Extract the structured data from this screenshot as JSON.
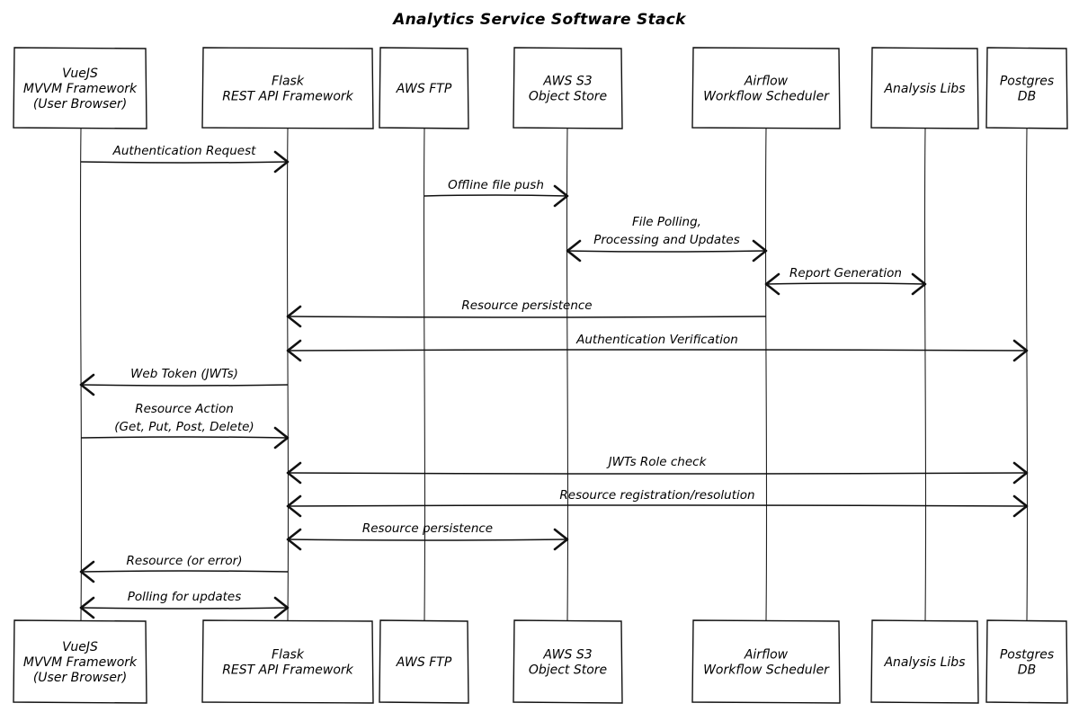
{
  "title": "Analytics Service Software Stack",
  "participants": [
    {
      "id": "vue",
      "lines": [
        "VueJS",
        "MVVM Framework",
        "(User Browser)"
      ]
    },
    {
      "id": "flask",
      "lines": [
        "Flask",
        "REST API Framework"
      ]
    },
    {
      "id": "ftp",
      "lines": [
        "AWS FTP"
      ]
    },
    {
      "id": "s3",
      "lines": [
        "AWS S3",
        "Object Store"
      ]
    },
    {
      "id": "airflow",
      "lines": [
        "Airflow",
        "Workflow Scheduler"
      ]
    },
    {
      "id": "libs",
      "lines": [
        "Analysis Libs"
      ]
    },
    {
      "id": "pg",
      "lines": [
        "Postgres",
        "DB"
      ]
    }
  ],
  "messages": [
    {
      "from": "vue",
      "to": "flask",
      "lines": [
        "Authentication Request"
      ],
      "bidirectional": false
    },
    {
      "from": "ftp",
      "to": "s3",
      "lines": [
        "Offline file push"
      ],
      "bidirectional": false
    },
    {
      "from": "s3",
      "to": "airflow",
      "lines": [
        "File Polling,",
        "Processing and Updates"
      ],
      "bidirectional": true
    },
    {
      "from": "airflow",
      "to": "libs",
      "lines": [
        "Report Generation"
      ],
      "bidirectional": true
    },
    {
      "from": "airflow",
      "to": "flask",
      "lines": [
        "Resource persistence"
      ],
      "bidirectional": false
    },
    {
      "from": "flask",
      "to": "pg",
      "lines": [
        "Authentication Verification"
      ],
      "bidirectional": true
    },
    {
      "from": "flask",
      "to": "vue",
      "lines": [
        "Web Token (JWTs)"
      ],
      "bidirectional": false
    },
    {
      "from": "vue",
      "to": "flask",
      "lines": [
        "Resource Action",
        "(Get, Put, Post, Delete)"
      ],
      "bidirectional": false
    },
    {
      "from": "flask",
      "to": "pg",
      "lines": [
        "JWTs Role check"
      ],
      "bidirectional": true
    },
    {
      "from": "flask",
      "to": "pg",
      "lines": [
        "Resource registration/resolution"
      ],
      "bidirectional": true
    },
    {
      "from": "flask",
      "to": "s3",
      "lines": [
        "Resource persistence"
      ],
      "bidirectional": true
    },
    {
      "from": "flask",
      "to": "vue",
      "lines": [
        "Resource (or error)"
      ],
      "bidirectional": false
    },
    {
      "from": "vue",
      "to": "flask",
      "lines": [
        "Polling for updates"
      ],
      "bidirectional": true
    }
  ]
}
